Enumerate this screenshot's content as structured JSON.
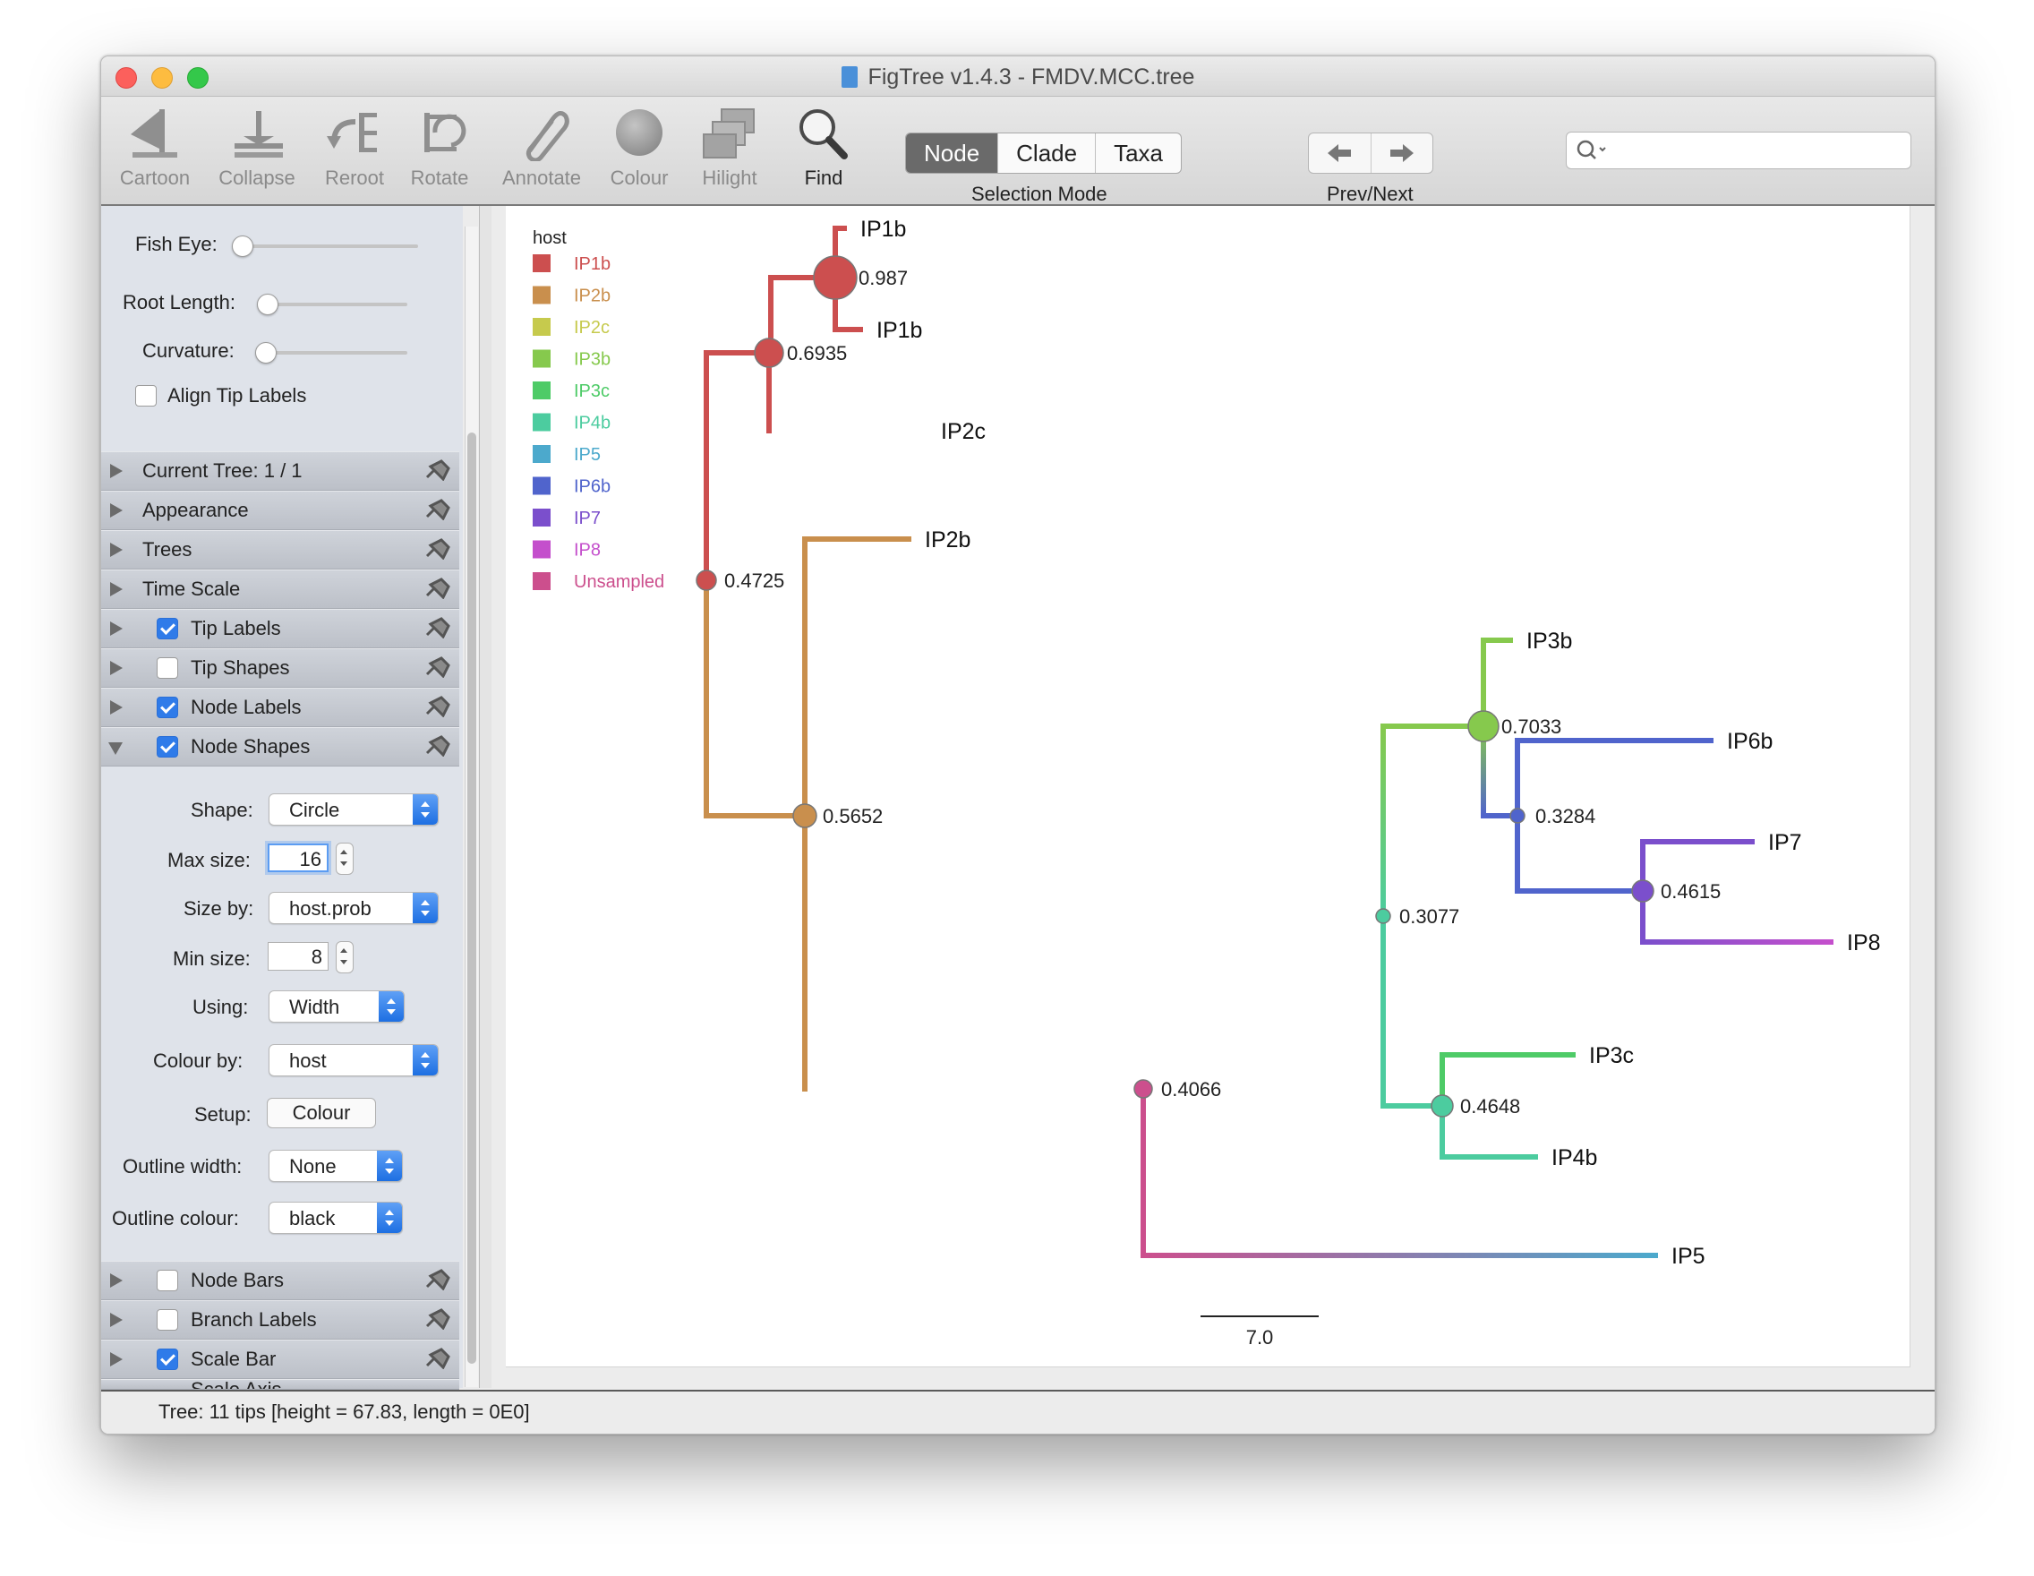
{
  "window": {
    "title": "FigTree v1.4.3 - FMDV.MCC.tree"
  },
  "toolbar": {
    "tools": [
      {
        "name": "cartoon",
        "label": "Cartoon",
        "icon": "cartoon-icon"
      },
      {
        "name": "collapse",
        "label": "Collapse",
        "icon": "collapse-icon"
      },
      {
        "name": "reroot",
        "label": "Reroot",
        "icon": "reroot-icon"
      },
      {
        "name": "rotate",
        "label": "Rotate",
        "icon": "rotate-icon"
      },
      {
        "name": "annotate",
        "label": "Annotate",
        "icon": "paperclip-icon"
      },
      {
        "name": "colour",
        "label": "Colour",
        "icon": "colour-ball-icon"
      },
      {
        "name": "hilight",
        "label": "Hilight",
        "icon": "hilight-icon"
      },
      {
        "name": "find",
        "label": "Find",
        "icon": "magnifier-icon"
      }
    ],
    "selection_mode": {
      "options": [
        "Node",
        "Clade",
        "Taxa"
      ],
      "selected": "Node",
      "label": "Selection Mode"
    },
    "prev_next_label": "Prev/Next",
    "search_placeholder": ""
  },
  "sidebar": {
    "fish_eye": {
      "label": "Fish Eye:",
      "value": 0
    },
    "root_length": {
      "label": "Root Length:",
      "value": 0
    },
    "curvature": {
      "label": "Curvature:",
      "value": 0
    },
    "align_tip_labels": {
      "label": "Align Tip Labels",
      "checked": false
    },
    "sections_top": [
      {
        "title": "Current Tree: 1 / 1",
        "has_checkbox": false
      },
      {
        "title": "Appearance",
        "has_checkbox": false
      },
      {
        "title": "Trees",
        "has_checkbox": false
      },
      {
        "title": "Time Scale",
        "has_checkbox": false
      },
      {
        "title": "Tip Labels",
        "has_checkbox": true,
        "checked": true
      },
      {
        "title": "Tip Shapes",
        "has_checkbox": true,
        "checked": false
      },
      {
        "title": "Node Labels",
        "has_checkbox": true,
        "checked": true
      },
      {
        "title": "Node Shapes",
        "has_checkbox": true,
        "checked": true,
        "expanded": true
      }
    ],
    "node_shapes": {
      "shape": {
        "label": "Shape:",
        "value": "Circle"
      },
      "max_size": {
        "label": "Max size:",
        "value": "16"
      },
      "size_by": {
        "label": "Size by:",
        "value": "host.prob"
      },
      "min_size": {
        "label": "Min size:",
        "value": "8"
      },
      "using": {
        "label": "Using:",
        "value": "Width"
      },
      "colour_by": {
        "label": "Colour by:",
        "value": "host"
      },
      "setup": {
        "label": "Setup:",
        "button": "Colour"
      },
      "outline_width": {
        "label": "Outline width:",
        "value": "None"
      },
      "outline_colour": {
        "label": "Outline colour:",
        "value": "black"
      }
    },
    "sections_bottom": [
      {
        "title": "Node Bars",
        "checked": false
      },
      {
        "title": "Branch Labels",
        "checked": false
      },
      {
        "title": "Scale Bar",
        "checked": true
      },
      {
        "title": "Scale Axis",
        "checked": false
      }
    ]
  },
  "legend": {
    "title": "host",
    "items": [
      {
        "label": "IP1b",
        "color": "#cc4f4f"
      },
      {
        "label": "IP2b",
        "color": "#c98f4d"
      },
      {
        "label": "IP2c",
        "color": "#c6ca4d"
      },
      {
        "label": "IP3b",
        "color": "#86c94d"
      },
      {
        "label": "IP3c",
        "color": "#4ecb67"
      },
      {
        "label": "IP4b",
        "color": "#4ccc9f"
      },
      {
        "label": "IP5",
        "color": "#4ca9cc"
      },
      {
        "label": "IP6b",
        "color": "#5064cc"
      },
      {
        "label": "IP7",
        "color": "#7b4fcc"
      },
      {
        "label": "IP8",
        "color": "#c44fcc"
      },
      {
        "label": "Unsampled",
        "color": "#cc4f8d"
      }
    ]
  },
  "tree": {
    "tips": [
      "IP1b",
      "IP1b",
      "IP2c",
      "IP2b",
      "IP3b",
      "IP6b",
      "IP7",
      "IP8",
      "IP3c",
      "IP4b",
      "IP5"
    ],
    "node_labels": [
      "0.987",
      "0.6935",
      "0.4725",
      "0.5652",
      "0.4066",
      "0.3077",
      "0.7033",
      "0.3284",
      "0.4615",
      "0.4648"
    ],
    "scale_bar_label": "7.0"
  },
  "status": {
    "text": "Tree: 11 tips [height = 67.83, length = 0E0]"
  }
}
